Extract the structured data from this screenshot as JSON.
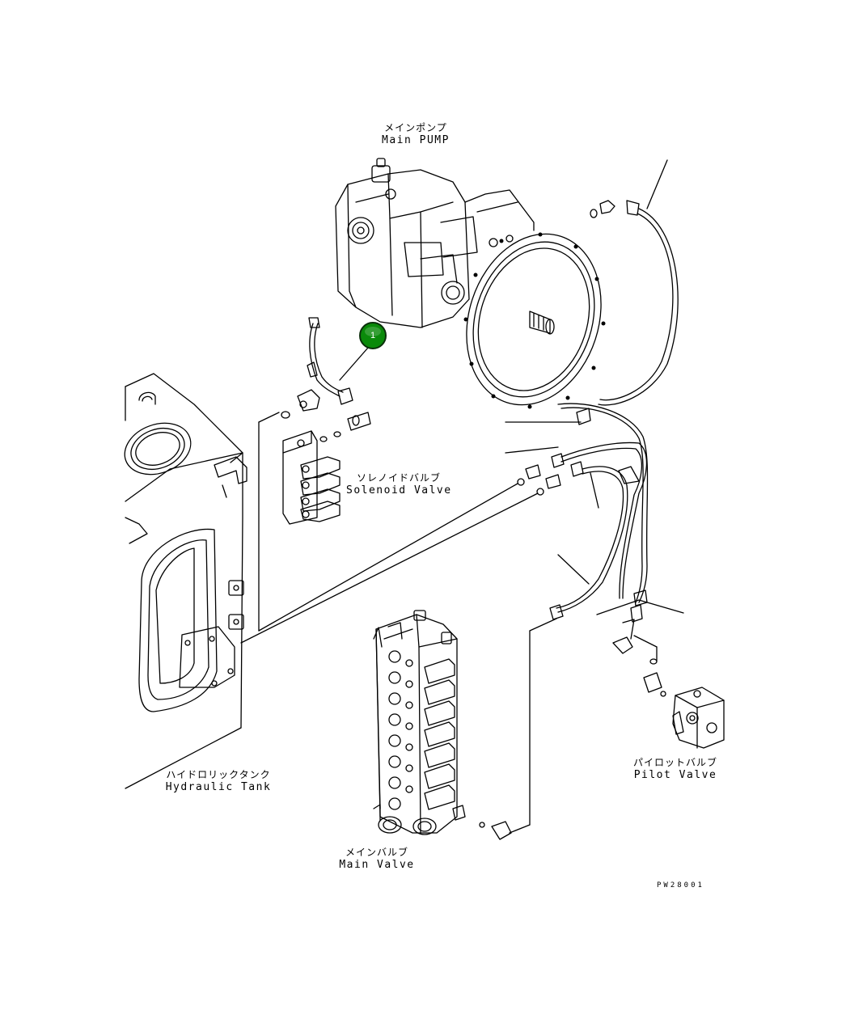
{
  "labels": {
    "main_pump": {
      "jp": "メインポンプ",
      "en": "Main PUMP"
    },
    "solenoid_valve": {
      "jp": "ソレノイドバルブ",
      "en": "Solenoid Valve"
    },
    "hydraulic_tank": {
      "jp": "ハイドロリックタンク",
      "en": "Hydraulic Tank"
    },
    "main_valve": {
      "jp": "メインバルブ",
      "en": "Main Valve"
    },
    "pilot_valve": {
      "jp": "パイロットバルブ",
      "en": "Pilot Valve"
    }
  },
  "callouts": [
    {
      "number": "1",
      "color": "#0a8a0a"
    }
  ],
  "drawing_code": "PW28001",
  "line_color": "#000000"
}
